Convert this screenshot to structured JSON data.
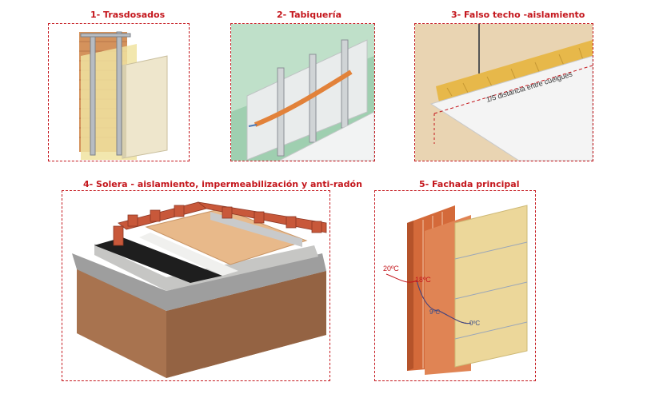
{
  "panels": [
    {
      "title": "1- Trasdosados"
    },
    {
      "title": "2- Tabiquería"
    },
    {
      "title": "3- Falso techo -aislamiento",
      "annotation": "1/5 distancia entre cuelgues"
    },
    {
      "title": "4- Solera - aislamiento, impermeabilización y anti-radón"
    },
    {
      "title": "5- Fachada principal",
      "labels": [
        "20ºC",
        "18ºC",
        "9ºC",
        "0ºC"
      ]
    }
  ],
  "colors": {
    "accent": "#c4161c"
  }
}
